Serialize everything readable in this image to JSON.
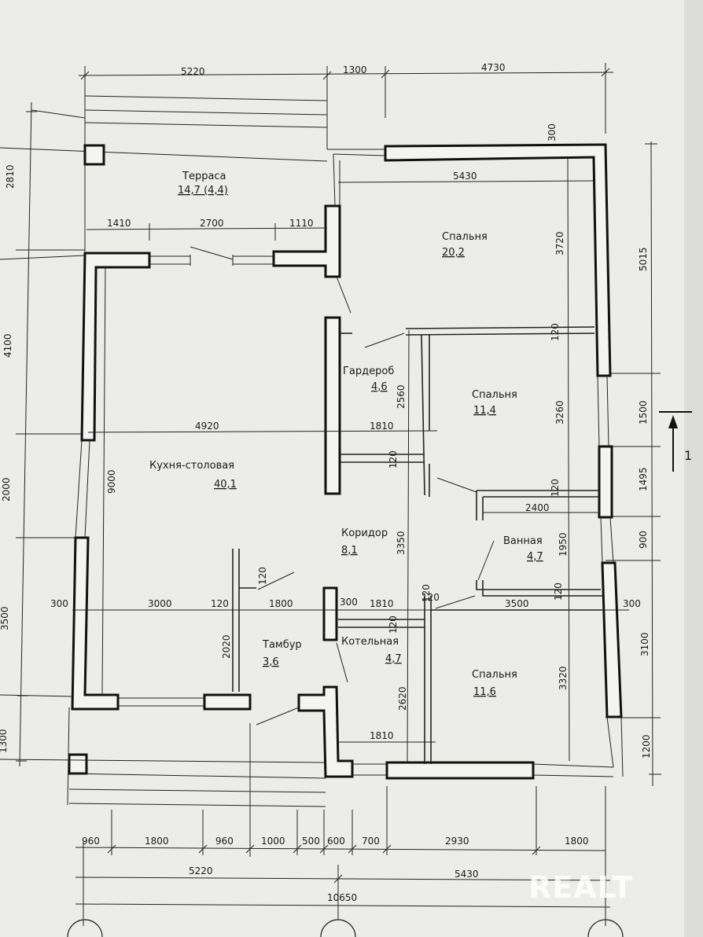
{
  "rooms": [
    {
      "name": "Терраса",
      "area": "14,7 (4,4)"
    },
    {
      "name": "Спальня",
      "area": "20,2"
    },
    {
      "name": "Гардероб",
      "area": "4,6"
    },
    {
      "name": "Спальня",
      "area": "11,4"
    },
    {
      "name": "Кухня-столовая",
      "area": "40,1"
    },
    {
      "name": "Коридор",
      "area": "8,1"
    },
    {
      "name": "Ванная",
      "area": "4,7"
    },
    {
      "name": "Тамбур",
      "area": "3,6"
    },
    {
      "name": "Котельная",
      "area": "4,7"
    },
    {
      "name": "Спальня",
      "area": "11,6"
    }
  ],
  "dims": {
    "top": [
      "5220",
      "1300",
      "4730"
    ],
    "terrace_inner": [
      "1410",
      "2700",
      "1110"
    ],
    "bedroom_top": "5430",
    "left": [
      "2810",
      "4100",
      "2000",
      "3500",
      "1300"
    ],
    "right": [
      "5015",
      "1500",
      "1495",
      "900",
      "3100",
      "1200"
    ],
    "kitchen_width": "4920",
    "wardrobe_width": "1810",
    "kitchen_height": "9000",
    "vertical_2560": "2560",
    "vertical_3720": "3720",
    "vertical_3260": "3260",
    "vertical_3350": "3350",
    "vertical_1950": "1950",
    "vertical_3320": "3320",
    "vertical_2620": "2620",
    "vertical_2020": "2020",
    "bath_2400": "2400",
    "row_3000": "3000",
    "row_120a": "120",
    "row_1800": "1800",
    "row_300a": "300",
    "row_300b": "300",
    "row_1810": "1810",
    "row_120b": "120",
    "row_3500": "3500",
    "row_300c": "300",
    "wall_300": "300",
    "wall_120a": "120",
    "wall_120b": "120",
    "wall_120c": "120",
    "wall_120d": "120",
    "wall_120e": "120",
    "wall_120f": "120",
    "wall_120g": "120",
    "boiler_1810": "1810",
    "bottom": [
      "960",
      "1800",
      "960",
      "1000",
      "500",
      "600",
      "700",
      "2930",
      "1800"
    ],
    "total_left": "5220",
    "total_right": "5430",
    "total": "10650"
  },
  "section_mark": "1",
  "watermark": "REALT"
}
